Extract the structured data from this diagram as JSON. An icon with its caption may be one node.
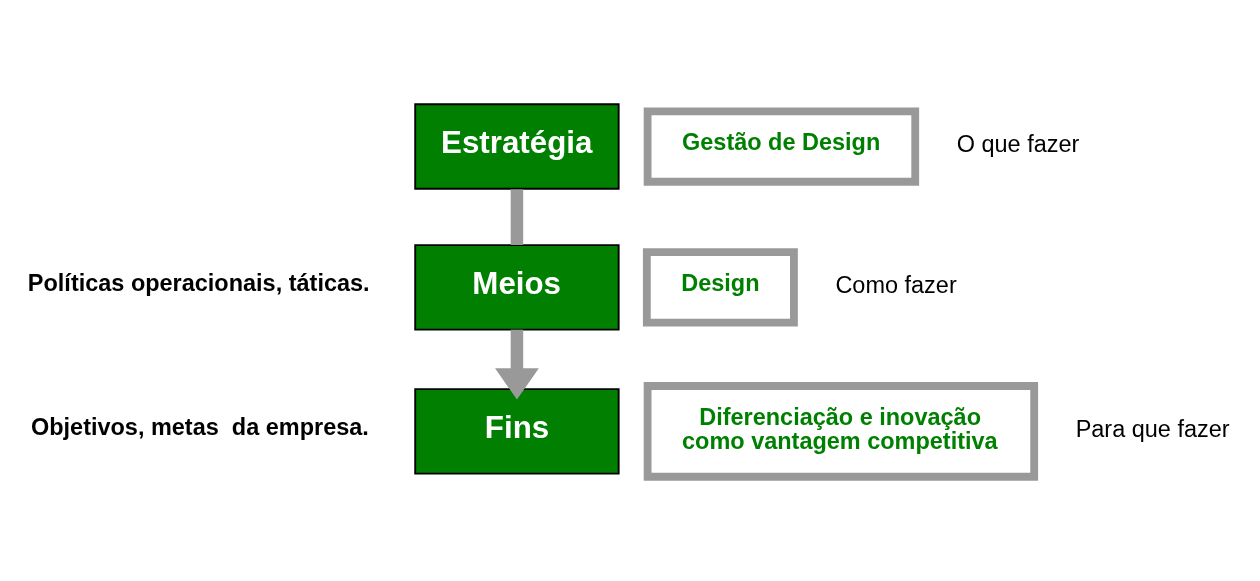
{
  "diagram": {
    "nodes": [
      {
        "text": [
          "Estratégia"
        ]
      },
      {
        "text": [
          "Gestão de Design"
        ],
        "beside": [
          "O que fazer"
        ]
      },
      {
        "text": [
          "Meios"
        ],
        "beside": [
          "Políticas operacionais, táticas."
        ]
      },
      {
        "text": [
          "Design"
        ],
        "beside": [
          "Como fazer"
        ]
      },
      {
        "text": [
          "Fins"
        ],
        "beside": [
          "Objetivos, metas  da empresa."
        ]
      },
      {
        "text": [
          "Diferenciação e inovação como vantagem competitiva"
        ],
        "beside": [
          "Para que fazer"
        ]
      }
    ],
    "edges": [
      {
        "from": 0,
        "to": 2,
        "arrow": "none"
      },
      {
        "from": 2,
        "to": 4,
        "arrow": "to"
      }
    ]
  }
}
